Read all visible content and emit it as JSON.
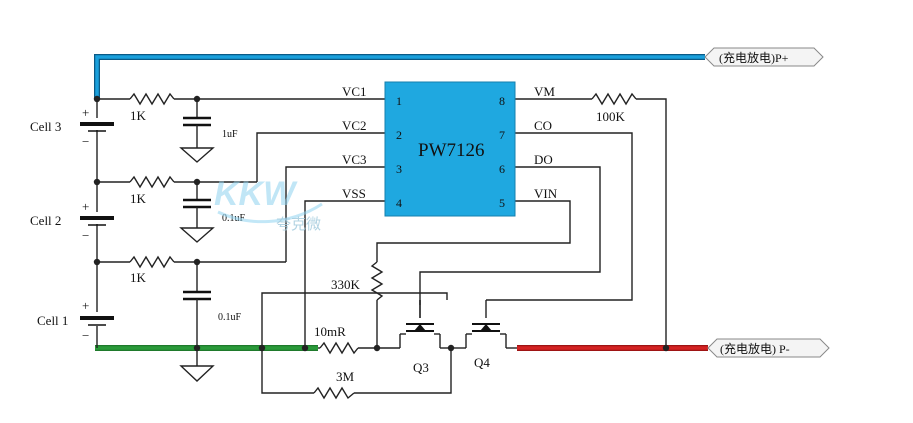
{
  "chip": {
    "name": "PW7126",
    "color": "#1fa8e0"
  },
  "pins_left": [
    {
      "num": "1",
      "label": "VC1"
    },
    {
      "num": "2",
      "label": "VC2"
    },
    {
      "num": "3",
      "label": "VC3"
    },
    {
      "num": "4",
      "label": "VSS"
    }
  ],
  "pins_right": [
    {
      "num": "8",
      "label": "VM"
    },
    {
      "num": "7",
      "label": "CO"
    },
    {
      "num": "6",
      "label": "DO"
    },
    {
      "num": "5",
      "label": "VIN"
    }
  ],
  "cells": [
    "Cell 3",
    "Cell 2",
    "Cell 1"
  ],
  "polarity": {
    "plus": "+",
    "minus": "−"
  },
  "resistors": {
    "r1": "1K",
    "r2": "1K",
    "r3": "1K",
    "r_vm": "100K",
    "r_vin": "330K",
    "r_sense": "10mR",
    "r_bias": "3M"
  },
  "capacitors": {
    "c1": "1uF",
    "c2": "0.1uF",
    "c3": "0.1uF"
  },
  "transistors": {
    "q3": "Q3",
    "q4": "Q4"
  },
  "terminals": {
    "pplus": "(充电放电)P+",
    "pminus": "(充电放电) P-"
  },
  "watermark": {
    "logo": "KKW",
    "subtitle": "夸克微"
  },
  "colors": {
    "p_plus_trace": "#1aa0dc",
    "ground_trace": "#2a9a3a",
    "p_minus_trace": "#d42222"
  }
}
